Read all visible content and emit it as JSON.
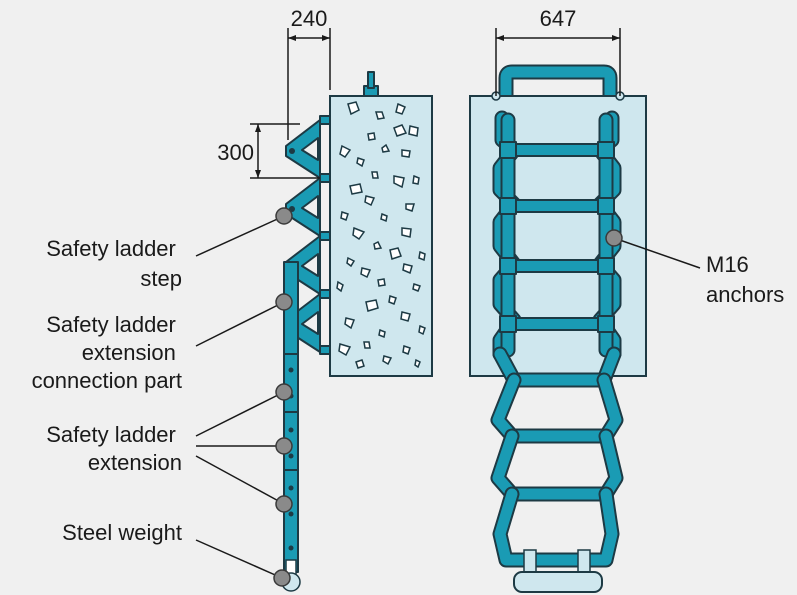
{
  "dimensions": {
    "side_width": "240",
    "front_width": "647",
    "step_spacing": "300"
  },
  "labels": {
    "step": [
      "Safety ladder",
      "step"
    ],
    "connection": [
      "Safety ladder",
      "extension",
      "connection part"
    ],
    "extension": [
      "Safety ladder",
      "extension"
    ],
    "weight": [
      "Steel weight"
    ],
    "anchors": [
      "M16",
      "anchors"
    ]
  },
  "colors": {
    "steel": "#1a9bb4",
    "concrete": "#cfe7ee",
    "background": "#f0f0f0"
  }
}
